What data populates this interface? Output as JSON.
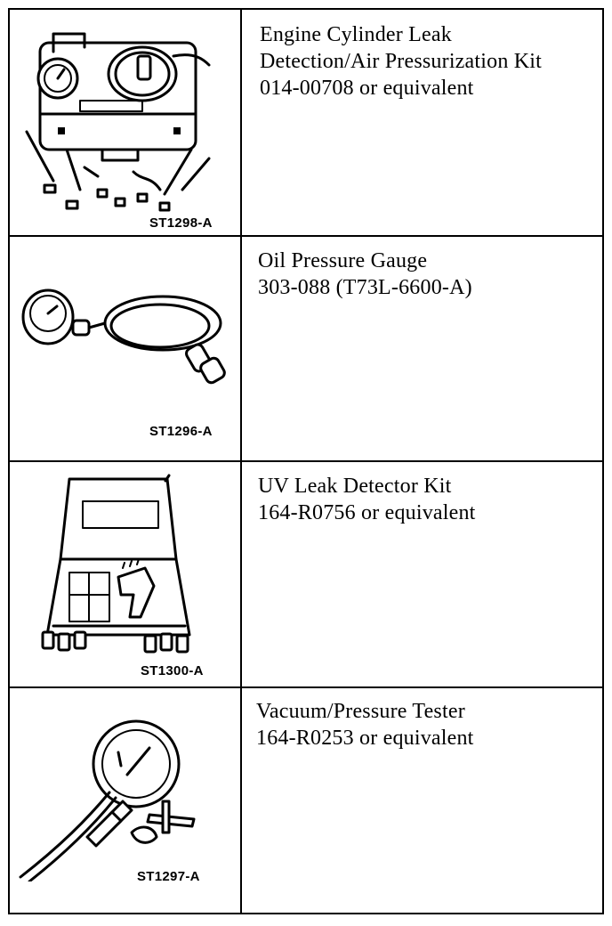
{
  "tools": [
    {
      "figure_code": "ST1298-A",
      "name_lines": [
        "Engine Cylinder Leak",
        "Detection/Air Pressurization Kit",
        "014-00708 or equivalent"
      ],
      "icon": "leak-detection-kit-illustration"
    },
    {
      "figure_code": "ST1296-A",
      "name_lines": [
        "Oil Pressure Gauge",
        "303-088 (T73L-6600-A)"
      ],
      "icon": "oil-pressure-gauge-illustration"
    },
    {
      "figure_code": "ST1300-A",
      "name_lines": [
        "UV Leak Detector Kit",
        "164-R0756 or equivalent"
      ],
      "icon": "uv-leak-detector-kit-illustration"
    },
    {
      "figure_code": "ST1297-A",
      "name_lines": [
        "Vacuum/Pressure Tester",
        "164-R0253 or equivalent"
      ],
      "icon": "vacuum-pressure-tester-illustration"
    }
  ]
}
